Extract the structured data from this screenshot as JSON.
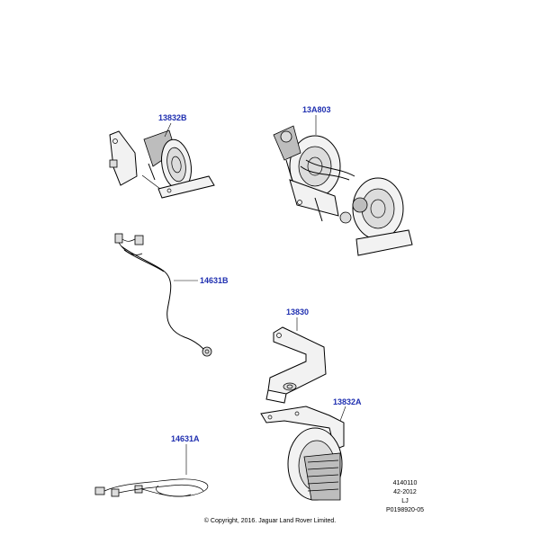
{
  "parts": [
    {
      "id": "13832B",
      "label": "13832B"
    },
    {
      "id": "13A803",
      "label": "13A803"
    },
    {
      "id": "14631B",
      "label": "14631B"
    },
    {
      "id": "13830",
      "label": "13830"
    },
    {
      "id": "13832A",
      "label": "13832A"
    },
    {
      "id": "14631A",
      "label": "14631A"
    }
  ],
  "reference": {
    "line1": "4140110",
    "line2": "42-2012",
    "line3": "LJ",
    "line4": "P0198920-05"
  },
  "footer": {
    "copyright": "© Copyright, 2016. Jaguar Land Rover Limited."
  },
  "colors": {
    "label": "#1f2fb0",
    "line": "#000000",
    "background": "#ffffff"
  }
}
